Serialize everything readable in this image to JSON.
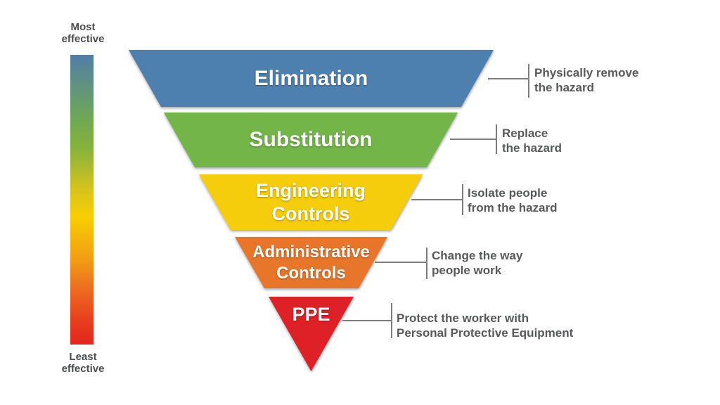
{
  "scale": {
    "top_label": "Most effective",
    "bottom_label": "Least effective",
    "gradient_stops": [
      "#517DA7 0%",
      "#6FA855 22%",
      "#85B23C 32%",
      "#D9C41C 47%",
      "#F8CE02 56%",
      "#F2A013 70%",
      "#EE7021 80%",
      "#E8401F 91%",
      "#E3251F 100%"
    ]
  },
  "pyramid": {
    "levels": [
      {
        "label_lines": [
          "Elimination"
        ],
        "color": "#4D80AF",
        "description_lines": [
          "Physically remove",
          "the hazard"
        ]
      },
      {
        "label_lines": [
          "Substitution"
        ],
        "color": "#74B54A",
        "description_lines": [
          "Replace",
          "the hazard"
        ]
      },
      {
        "label_lines": [
          "Engineering",
          "Controls"
        ],
        "color": "#F5CD0A",
        "description_lines": [
          "Isolate people",
          "from the hazard"
        ]
      },
      {
        "label_lines": [
          "Administrative",
          "Controls"
        ],
        "color": "#E8762A",
        "description_lines": [
          "Change the way",
          "people work"
        ]
      },
      {
        "label_lines": [
          "PPE"
        ],
        "color": "#DD2127",
        "description_lines": [
          "Protect the worker with",
          "Personal Protective Equipment"
        ]
      }
    ]
  },
  "colors": {
    "annotation_text": "#58595B",
    "leader_line": "#7D7D7D",
    "scale_label_text": "#4B4C4E",
    "level_text": "#FFFFFF"
  }
}
